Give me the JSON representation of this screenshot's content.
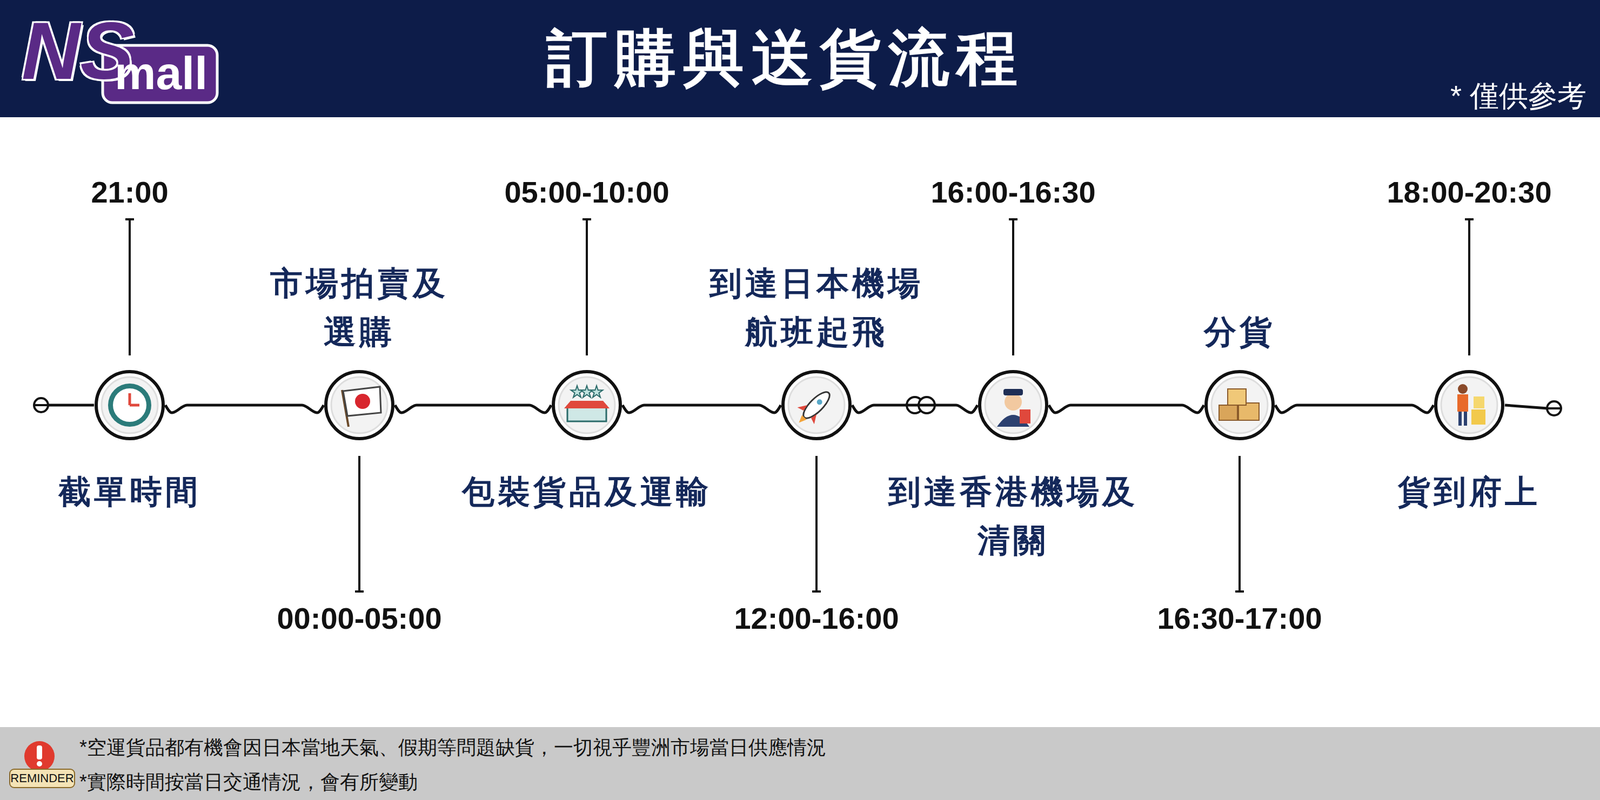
{
  "diagram": {
    "title": "訂購與送貨流程",
    "nodes": [
      {
        "text": [
          "截單時間",
          "21:00"
        ]
      },
      {
        "text": [
          "市場拍賣及 選購",
          "00:00-05:00"
        ]
      },
      {
        "text": [
          "包裝貨品及運輸",
          "05:00-10:00"
        ]
      },
      {
        "text": [
          "到達日本機場 航班起飛",
          "12:00-16:00"
        ]
      },
      {
        "text": [
          "到達香港機場及 清關",
          "16:00-16:30"
        ]
      },
      {
        "text": [
          "分貨",
          "16:30-17:00"
        ]
      },
      {
        "text": [
          "貨到府上",
          "18:00-20:30"
        ]
      }
    ],
    "edges": [
      {
        "from": 0,
        "to": 1,
        "arrow": "none"
      },
      {
        "from": 1,
        "to": 2,
        "arrow": "none"
      },
      {
        "from": 2,
        "to": 3,
        "arrow": "none"
      },
      {
        "from": 3,
        "to": 4,
        "arrow": "none"
      },
      {
        "from": 4,
        "to": 5,
        "arrow": "none"
      },
      {
        "from": 5,
        "to": 6,
        "arrow": "none"
      }
    ],
    "labels": [
      "NS",
      "mall",
      "* 僅供參考",
      "*空運貨品都有機會因日本當地天氣、假期等問題缺貨，一切視乎豐洲市場當日供應情況",
      "*實際時間按當日交通情況，會有所變動",
      "REMINDER"
    ]
  }
}
